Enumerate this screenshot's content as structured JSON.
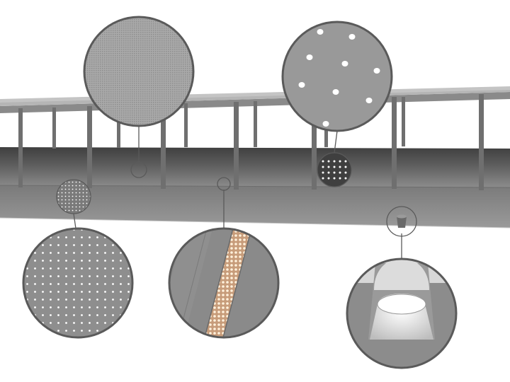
{
  "scene": {
    "subject": "bridge-walkway-detail-callouts",
    "colors": {
      "background": "#ffffff",
      "deck_top": "#4a4a4a",
      "deck_bottom": "#8a8a8a",
      "rail": "#7d7d7d",
      "callout_ring": "#5a5a5a",
      "led_strip": "#e9c6a2"
    }
  },
  "callouts": [
    {
      "id": "fine-mesh-texture",
      "icon": "fine-mesh-icon"
    },
    {
      "id": "sparse-perforation-texture",
      "icon": "sparse-dots-icon"
    },
    {
      "id": "dot-grid-perforation",
      "icon": "dot-grid-icon"
    },
    {
      "id": "led-strip-light",
      "icon": "led-strip-icon"
    },
    {
      "id": "cylindrical-fixture",
      "icon": "cylinder-fixture-icon"
    }
  ]
}
